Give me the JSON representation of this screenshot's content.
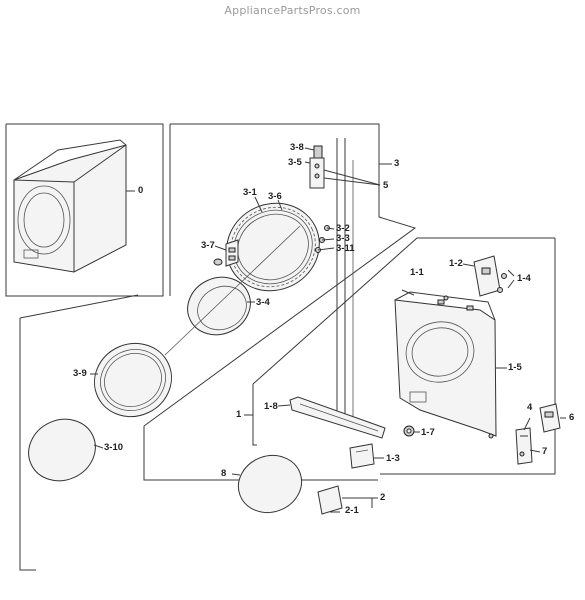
{
  "watermark": "AppliancePartsPros.com",
  "callouts": {
    "c0": "0",
    "c3": "3",
    "c3_8": "3-8",
    "c3_5": "3-5",
    "c5": "5",
    "c3_1": "3-1",
    "c3_6": "3-6",
    "c3_7": "3-7",
    "c3_2": "3-2",
    "c3_3": "3-3",
    "c3_11": "3-11",
    "c3_4": "3-4",
    "c3_9": "3-9",
    "c3_10": "3-10",
    "c1_2": "1-2",
    "c1_4": "1-4",
    "c1_1": "1-1",
    "c1_5": "1-5",
    "c1_8": "1-8",
    "c1": "1",
    "c1_7": "1-7",
    "c1_3": "1-3",
    "c4": "4",
    "c6": "6",
    "c7": "7",
    "c8": "8",
    "c2": "2",
    "c2_1": "2-1"
  }
}
